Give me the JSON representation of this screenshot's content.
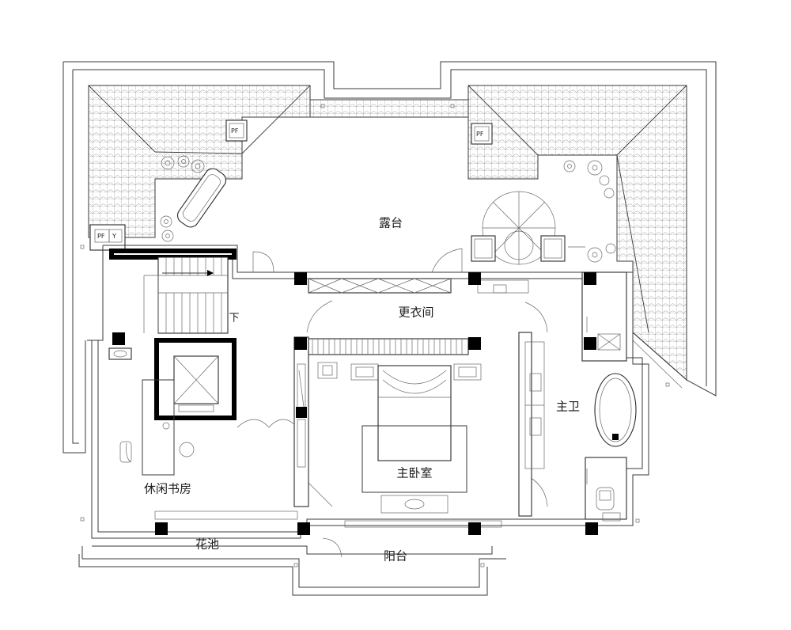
{
  "rooms": {
    "terrace": "露台",
    "dressing": "更衣间",
    "master_bath": "主卫",
    "master_bedroom": "主卧室",
    "study": "休闲书房",
    "planter": "花池",
    "balcony": "阳台",
    "stair_down": "下"
  },
  "tags": {
    "pf": "PF",
    "y": "Y"
  }
}
